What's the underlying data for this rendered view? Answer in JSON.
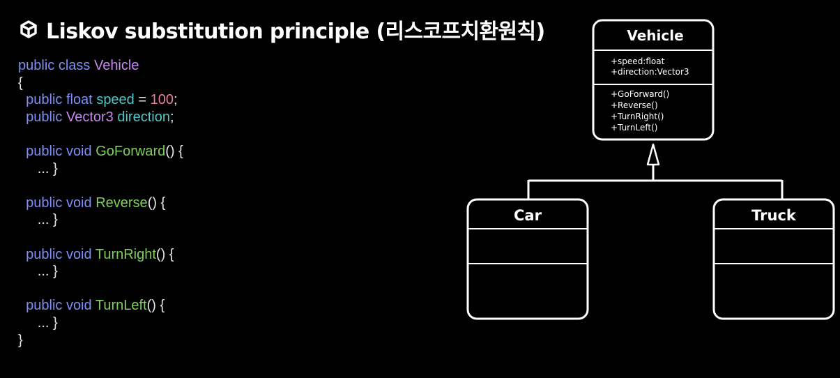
{
  "title": "Liskov substitution principle (리스코프치환원칙)",
  "code": {
    "class_header": {
      "kw": "public class",
      "name": "Vehicle"
    },
    "open_brace": "{",
    "close_brace": "}",
    "field_speed": {
      "kw": "public float",
      "name": "speed",
      "eq": " = ",
      "value": "100",
      "end": ";"
    },
    "field_direction": {
      "kw": "public",
      "type": "Vector3",
      "name": "direction",
      "end": ";"
    },
    "methods": [
      {
        "kw": "public void",
        "name": "GoForward",
        "sig": "() {",
        "body": "... }"
      },
      {
        "kw": "public void",
        "name": "Reverse",
        "sig": "() {",
        "body": "... }"
      },
      {
        "kw": "public void",
        "name": "TurnRight",
        "sig": "() {",
        "body": "... }"
      },
      {
        "kw": "public void",
        "name": "TurnLeft",
        "sig": "() {",
        "body": "... }"
      }
    ]
  },
  "uml": {
    "parent": {
      "name": "Vehicle",
      "attributes": [
        "+speed:float",
        "+direction:Vector3"
      ],
      "operations": [
        "+GoForward()",
        "+Reverse()",
        "+TurnRight()",
        "+TurnLeft()"
      ]
    },
    "children": [
      {
        "name": "Car"
      },
      {
        "name": "Truck"
      }
    ]
  },
  "colors": {
    "background": "#000000",
    "keyword": "#7f8ff6",
    "type": "#c78bf2",
    "identifier": "#4fc9c9",
    "number": "#f07aa8",
    "function": "#7fcf5c",
    "text": "#e6e6e6"
  },
  "icons": {
    "logo": "unity-cube-icon"
  }
}
